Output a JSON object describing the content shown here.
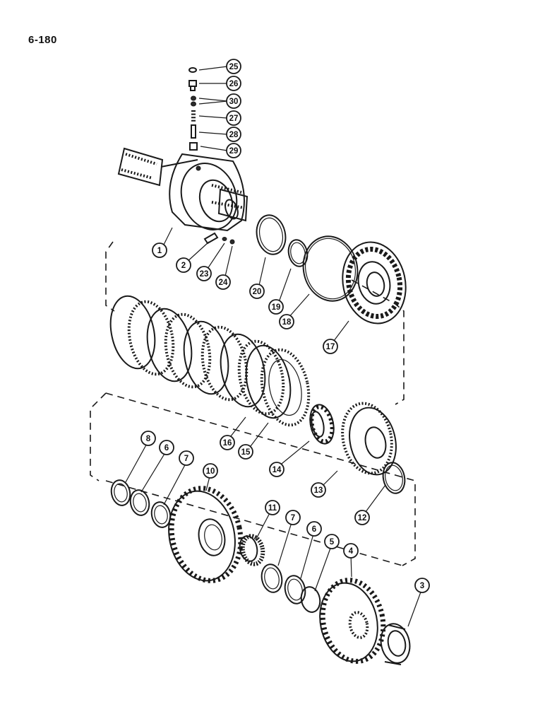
{
  "page": {
    "number": "6-180"
  },
  "callouts": [
    {
      "id": "25",
      "label": "25"
    },
    {
      "id": "26",
      "label": "26"
    },
    {
      "id": "30",
      "label": "30"
    },
    {
      "id": "27",
      "label": "27"
    },
    {
      "id": "28",
      "label": "28"
    },
    {
      "id": "29",
      "label": "29"
    },
    {
      "id": "1",
      "label": "1"
    },
    {
      "id": "2",
      "label": "2"
    },
    {
      "id": "23",
      "label": "23"
    },
    {
      "id": "24",
      "label": "24"
    },
    {
      "id": "20",
      "label": "20"
    },
    {
      "id": "19",
      "label": "19"
    },
    {
      "id": "18",
      "label": "18"
    },
    {
      "id": "17",
      "label": "17"
    },
    {
      "id": "16",
      "label": "16"
    },
    {
      "id": "15",
      "label": "15"
    },
    {
      "id": "14",
      "label": "14"
    },
    {
      "id": "13",
      "label": "13"
    },
    {
      "id": "12",
      "label": "12"
    },
    {
      "id": "8",
      "label": "8"
    },
    {
      "id": "6a",
      "label": "6"
    },
    {
      "id": "7a",
      "label": "7"
    },
    {
      "id": "10",
      "label": "10"
    },
    {
      "id": "11",
      "label": "11"
    },
    {
      "id": "7b",
      "label": "7"
    },
    {
      "id": "6b",
      "label": "6"
    },
    {
      "id": "5",
      "label": "5"
    },
    {
      "id": "4",
      "label": "4"
    },
    {
      "id": "3",
      "label": "3"
    }
  ]
}
